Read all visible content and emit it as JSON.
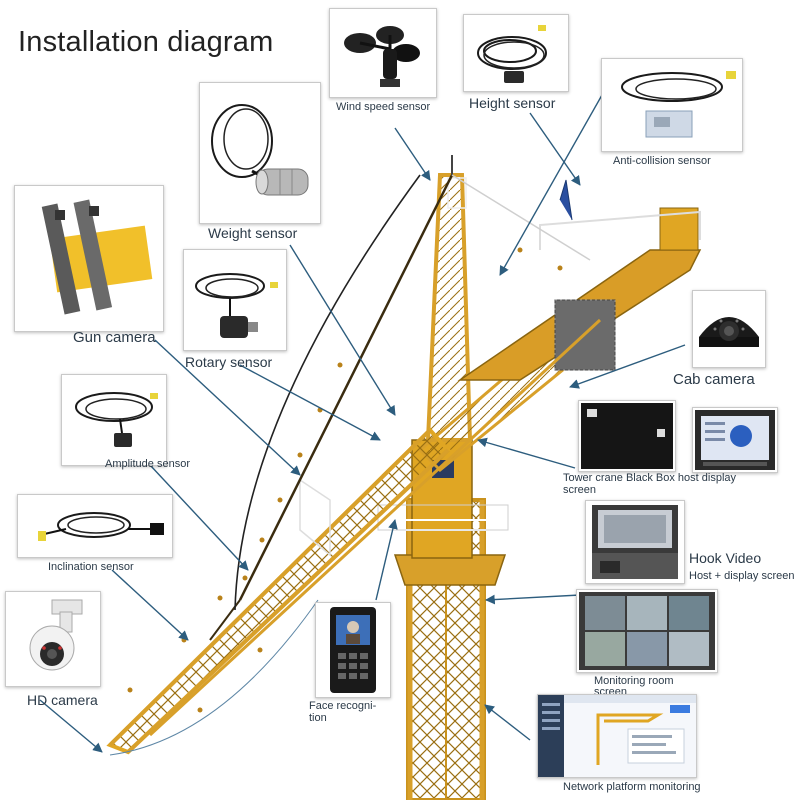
{
  "title": "Installation diagram",
  "labels": {
    "wind_speed_sensor": "Wind speed sensor",
    "height_sensor": "Height sensor",
    "anti_collision_sensor": "Anti-collision sensor",
    "weight_sensor": "Weight sensor",
    "gun_camera": "Gun camera",
    "rotary_sensor": "Rotary sensor",
    "cab_camera": "Cab camera",
    "amplitude_sensor": "Amplitude sensor",
    "black_box_line1": "Tower crane Black Box host display",
    "black_box_line2": "screen",
    "inclination_sensor": "Inclination sensor",
    "hook_video": "Hook Video",
    "hook_video_sub": "Host + display screen",
    "monitoring_room_line1": "Monitoring room",
    "monitoring_room_line2": "screen",
    "hd_camera": "HD camera",
    "face_recognition_line1": "Face recogni-",
    "face_recognition_line2": "tion",
    "network_platform": "Network platform monitoring"
  },
  "colors": {
    "crane_yellow": "#e0a623",
    "crane_dark": "#8a6510",
    "arrow": "#2d5d7e",
    "label_text": "#2b3a48"
  },
  "icons": {
    "wind_speed_sensor": "anemometer-icon",
    "height_sensor": "cable-sensor-icon",
    "anti_collision_sensor": "junction-box-icon",
    "weight_sensor": "load-cell-icon",
    "gun_camera": "bullet-camera-mount-icon",
    "rotary_sensor": "encoder-icon",
    "cab_camera": "dome-camera-icon",
    "amplitude_sensor": "cable-sensor-icon",
    "black_box": "display-monitor-icon",
    "inclination_sensor": "inclinometer-icon",
    "hook_video": "hook-monitor-icon",
    "monitoring_room": "video-wall-icon",
    "hd_camera": "ptz-camera-icon",
    "face_recognition": "face-terminal-icon",
    "network_platform": "web-dashboard-icon"
  }
}
